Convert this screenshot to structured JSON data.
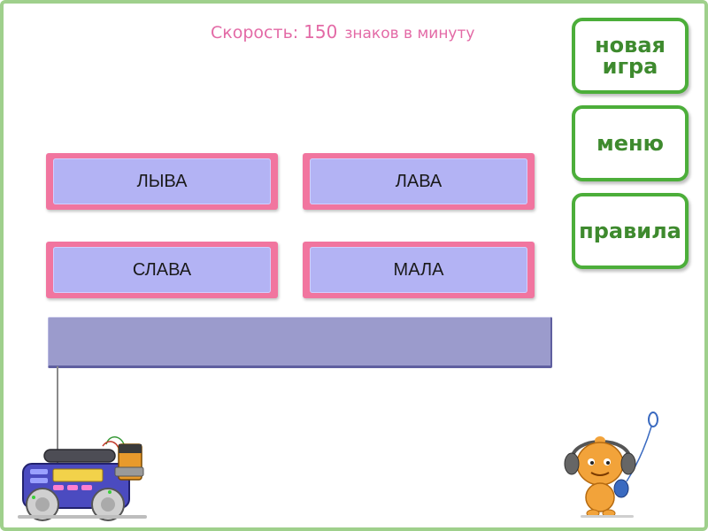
{
  "speed": {
    "label": "Скорость:",
    "value": "150",
    "unit": "знаков в минуту"
  },
  "buttons": {
    "new_game_line1": "новая",
    "new_game_line2": "игра",
    "menu": "меню",
    "rules": "правила"
  },
  "words": [
    "ЛЫВА",
    "ЛАВА",
    "СЛАВА",
    "МАЛА"
  ],
  "colors": {
    "frame": "#9fd08c",
    "accent_pink": "#e36aa6",
    "button_green": "#4cae3a",
    "word_border": "#f1759f",
    "word_fill": "#b3b3f4",
    "answer_bar": "#9b9bcc"
  },
  "illustrations": {
    "bottom_left": "radio-robot-icon",
    "bottom_right": "orange-mascot-headphones-icon"
  }
}
